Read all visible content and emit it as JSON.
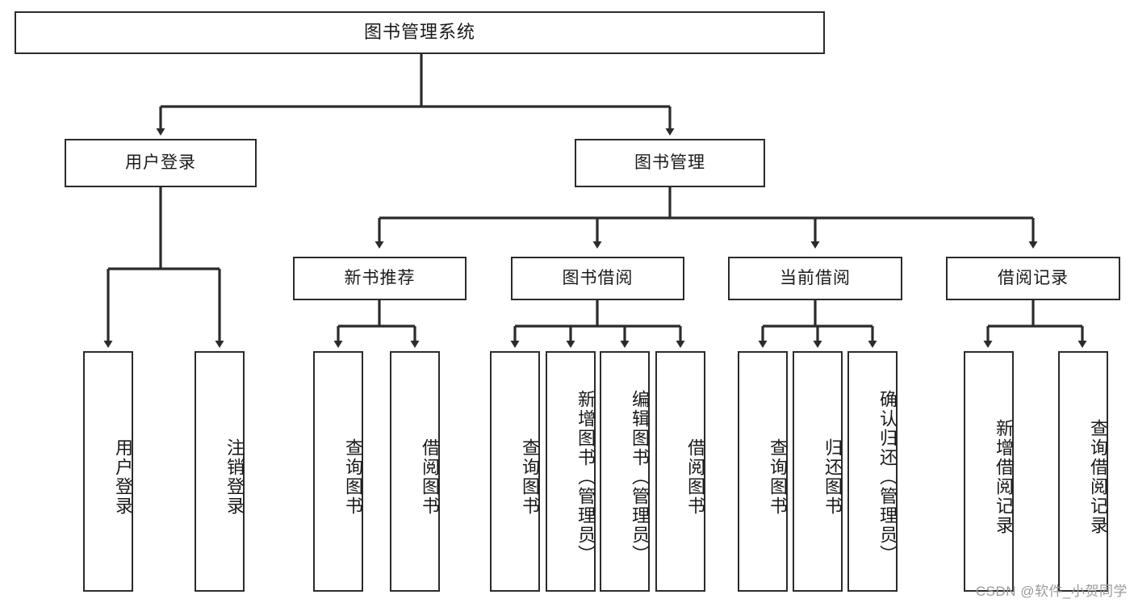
{
  "diagram": {
    "type": "tree",
    "title": "图书管理系统",
    "watermark": "CSDN @软件_小贺同学",
    "colors": {
      "box_border": "#2b2b2b",
      "box_fill": "#ffffff",
      "connector": "#2b2b2b",
      "text": "#1a1a1a",
      "watermark": "#9a9a9a"
    },
    "nodes": {
      "root": {
        "label": "图书管理系统",
        "level": 1,
        "orientation": "horizontal"
      },
      "n_user_login": {
        "label": "用户登录",
        "level": 2,
        "orientation": "horizontal"
      },
      "n_book_manage": {
        "label": "图书管理",
        "level": 2,
        "orientation": "horizontal"
      },
      "n_new_book_rec": {
        "label": "新书推荐",
        "level": 3,
        "orientation": "horizontal"
      },
      "n_book_borrow": {
        "label": "图书借阅",
        "level": 3,
        "orientation": "horizontal"
      },
      "n_current_borrow": {
        "label": "当前借阅",
        "level": 3,
        "orientation": "horizontal"
      },
      "n_borrow_record": {
        "label": "借阅记录",
        "level": 3,
        "orientation": "horizontal"
      },
      "l_user_login": {
        "label": "用户登录",
        "level": 4,
        "orientation": "vertical"
      },
      "l_logout": {
        "label": "注销登录",
        "level": 4,
        "orientation": "vertical"
      },
      "l_query_book_1": {
        "label": "查询图书",
        "level": 4,
        "orientation": "vertical"
      },
      "l_borrow_book_1": {
        "label": "借阅图书",
        "level": 4,
        "orientation": "vertical"
      },
      "l_query_book_2": {
        "label": "查询图书",
        "level": 4,
        "orientation": "vertical"
      },
      "l_add_book": {
        "label": "新增图书（管理员）",
        "level": 4,
        "orientation": "vertical"
      },
      "l_edit_book": {
        "label": "编辑图书（管理员）",
        "level": 4,
        "orientation": "vertical"
      },
      "l_borrow_book_2": {
        "label": "借阅图书",
        "level": 4,
        "orientation": "vertical"
      },
      "l_query_book_3": {
        "label": "查询图书",
        "level": 4,
        "orientation": "vertical"
      },
      "l_return_book": {
        "label": "归还图书",
        "level": 4,
        "orientation": "vertical"
      },
      "l_confirm_return": {
        "label": "确认归还（管理员）",
        "level": 4,
        "orientation": "vertical"
      },
      "l_add_record": {
        "label": "新增借阅记录",
        "level": 4,
        "orientation": "vertical"
      },
      "l_query_record": {
        "label": "查询借阅记录",
        "level": 4,
        "orientation": "vertical"
      }
    },
    "edges": [
      {
        "from": "root",
        "to": "n_user_login"
      },
      {
        "from": "root",
        "to": "n_book_manage"
      },
      {
        "from": "n_user_login",
        "to": "l_user_login"
      },
      {
        "from": "n_user_login",
        "to": "l_logout"
      },
      {
        "from": "n_book_manage",
        "to": "n_new_book_rec"
      },
      {
        "from": "n_book_manage",
        "to": "n_book_borrow"
      },
      {
        "from": "n_book_manage",
        "to": "n_current_borrow"
      },
      {
        "from": "n_book_manage",
        "to": "n_borrow_record"
      },
      {
        "from": "n_new_book_rec",
        "to": "l_query_book_1"
      },
      {
        "from": "n_new_book_rec",
        "to": "l_borrow_book_1"
      },
      {
        "from": "n_book_borrow",
        "to": "l_query_book_2"
      },
      {
        "from": "n_book_borrow",
        "to": "l_add_book"
      },
      {
        "from": "n_book_borrow",
        "to": "l_edit_book"
      },
      {
        "from": "n_book_borrow",
        "to": "l_borrow_book_2"
      },
      {
        "from": "n_current_borrow",
        "to": "l_query_book_3"
      },
      {
        "from": "n_current_borrow",
        "to": "l_return_book"
      },
      {
        "from": "n_current_borrow",
        "to": "l_confirm_return"
      },
      {
        "from": "n_borrow_record",
        "to": "l_add_record"
      },
      {
        "from": "n_borrow_record",
        "to": "l_query_record"
      }
    ]
  }
}
